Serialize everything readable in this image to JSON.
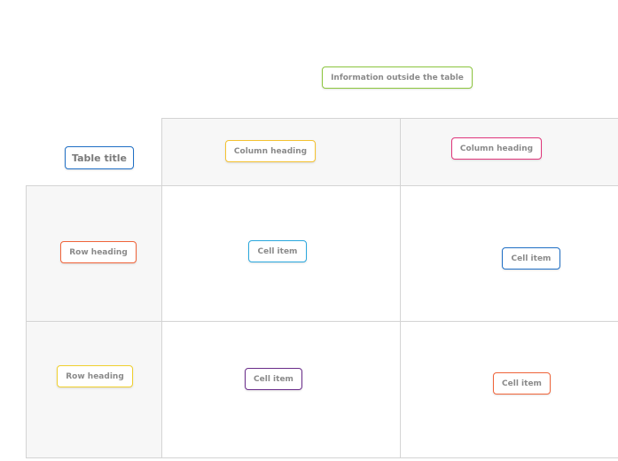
{
  "info_label": "Information outside the table",
  "table_title": "Table title",
  "column_headings": [
    "Column heading",
    "Column heading"
  ],
  "row_headings": [
    "Row heading",
    "Row heading"
  ],
  "cells": [
    [
      "Cell item",
      "Cell item"
    ],
    [
      "Cell item",
      "Cell item"
    ]
  ],
  "colors": {
    "info": "#8cc63e",
    "title": "#1f6fc5",
    "col1": "#f5c231",
    "col2": "#e0357a",
    "row1": "#f0643a",
    "row2": "#f0d02e",
    "cell_r1c1": "#2aa8de",
    "cell_r1c2": "#1f6fc5",
    "cell_r2c1": "#6a2c8a",
    "cell_r2c2": "#f0643a"
  }
}
